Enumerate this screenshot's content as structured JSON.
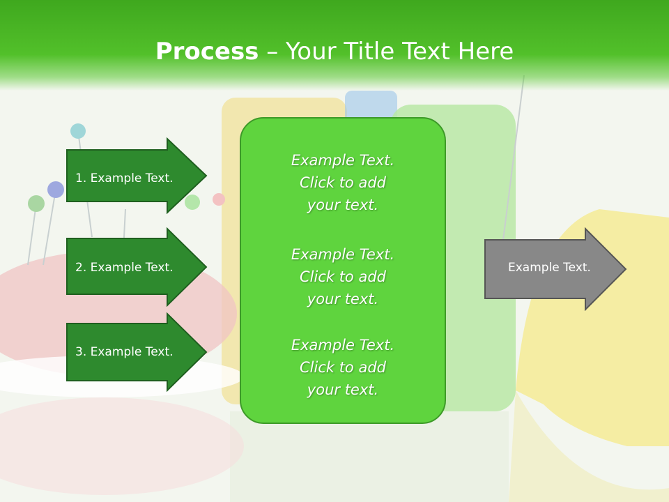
{
  "title": {
    "bold": "Process",
    "rest": " – Your Title Text Here"
  },
  "left_arrows": [
    {
      "label": "1. Example Text."
    },
    {
      "label": "2. Example Text."
    },
    {
      "label": "3. Example Text."
    }
  ],
  "center_box": {
    "paragraphs": [
      {
        "line1": "Example Text.",
        "line2": "Click  to add",
        "line3": "your text."
      },
      {
        "line1": "Example Text.",
        "line2": "Click  to add",
        "line3": "your text."
      },
      {
        "line1": "Example Text.",
        "line2": "Click  to add",
        "line3": "your text."
      }
    ]
  },
  "right_arrow": {
    "label": "Example Text."
  },
  "colors": {
    "green_dark": "#2e8a2e",
    "green_light": "#5fd43e",
    "gray": "#888888",
    "header": "#3fa81e"
  }
}
